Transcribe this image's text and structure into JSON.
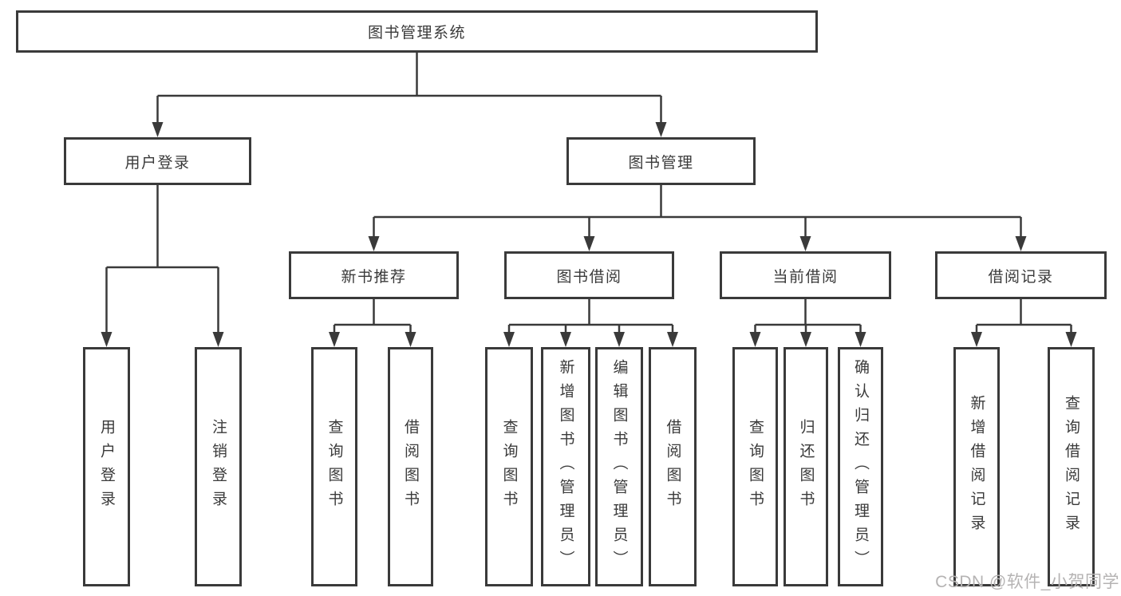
{
  "diagram": {
    "type": "hierarchy-tree",
    "root": {
      "label": "图书管理系统"
    },
    "branches": [
      {
        "label": "用户登录",
        "children": [
          {
            "label": "用户登录"
          },
          {
            "label": "注销登录"
          }
        ]
      },
      {
        "label": "图书管理",
        "children": [
          {
            "label": "新书推荐",
            "children": [
              {
                "label": "查询图书"
              },
              {
                "label": "借阅图书"
              }
            ]
          },
          {
            "label": "图书借阅",
            "children": [
              {
                "label": "查询图书"
              },
              {
                "label": "新增图书（管理员）"
              },
              {
                "label": "编辑图书（管理员）"
              },
              {
                "label": "借阅图书"
              }
            ]
          },
          {
            "label": "当前借阅",
            "children": [
              {
                "label": "查询图书"
              },
              {
                "label": "归还图书"
              },
              {
                "label": "确认归还（管理员）"
              }
            ]
          },
          {
            "label": "借阅记录",
            "children": [
              {
                "label": "新增借阅记录"
              },
              {
                "label": "查询借阅记录"
              }
            ]
          }
        ]
      }
    ],
    "watermark": {
      "text": "CSDN @软件_小贺同学"
    },
    "colors": {
      "line": "#3a3a3a",
      "text": "#3a3a3a",
      "box_background": "#ffffff",
      "page_background": "#ffffff",
      "watermark": "#b5b3b3"
    }
  }
}
